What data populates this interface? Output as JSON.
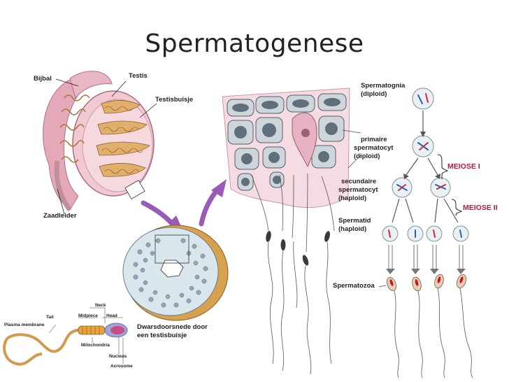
{
  "title": "Spermatogenese",
  "labels": {
    "bijbal": "Bijbal",
    "testis": "Testis",
    "testisbuisje": "Testisbuisje",
    "zaadleider": "Zaadleider",
    "dwarsdoorsnede_1": "Dwarsdoorsnede door",
    "dwarsdoorsnede_2": "een testisbuisje",
    "spermatognia_1": "Spermatognia",
    "spermatognia_2": "(diploid)",
    "primaire_1": "primaire",
    "primaire_2": "spermatocyt",
    "primaire_3": "(diploid)",
    "secundaire_1": "secundaire",
    "secundaire_2": "spermatocyt",
    "secundaire_3": "(haploid)",
    "spermatid_1": "Spermatid",
    "spermatid_2": "(haploid)",
    "spermatozoa": "Spermatozoa",
    "meiose1": "MEIOSE I",
    "meiose2": "MEIOSE II"
  },
  "sperm_labels": {
    "neck": "Neck",
    "tail": "Tail",
    "midpiece": "Midpiece",
    "head": "Head",
    "plasma_membrane": "Plasma membrane",
    "mitochondria": "Mitochondria",
    "nucleus": "Nucleus",
    "acrosome": "Acrosome"
  },
  "colors": {
    "accent_red": "#c0143c",
    "testis_pink": "#e8b9c6",
    "tubule_tan": "#d9a95a",
    "arrow_purple": "#8a4fa8"
  }
}
